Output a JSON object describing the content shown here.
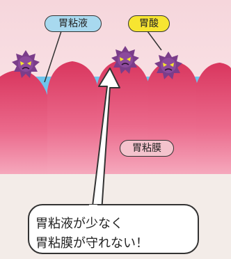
{
  "labels": {
    "mucus": "胃粘液",
    "acid": "胃酸",
    "membrane": "胃粘膜"
  },
  "callout": {
    "line1": "胃粘液が少なく",
    "line2": "胃粘膜が守れない！"
  },
  "colors": {
    "background": "#f3ece8",
    "mucus_fill": "#6ec4ec",
    "mucus_label": "#a8d9ef",
    "acid_label": "#f7e531",
    "membrane_label": "#f4c3cd",
    "fold_top": "#d9365e",
    "fold_bottom": "#f7a6bd",
    "germ": "#7b3d8a"
  },
  "icons": [
    "germ-icon",
    "germ-icon",
    "germ-icon",
    "germ-icon"
  ]
}
